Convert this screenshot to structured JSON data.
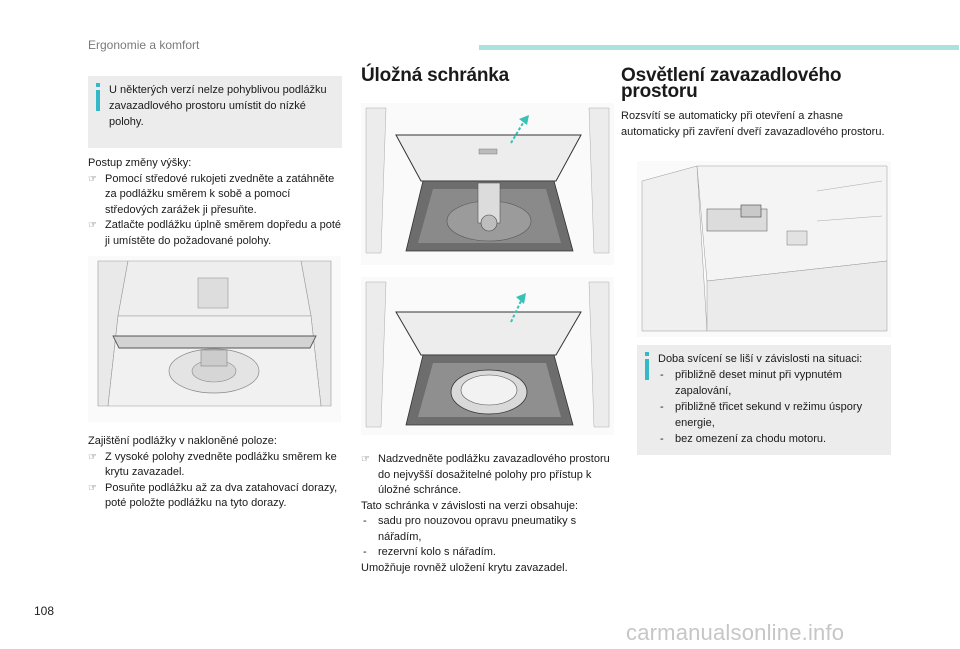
{
  "header": {
    "section": "Ergonomie a komfort",
    "accent_color": "#a8e3dd"
  },
  "page_number": "108",
  "watermark": "carmanualsonline.info",
  "col1": {
    "info_note": "U některých verzí nelze pohyblivou podlážku zavazadlového prostoru umístit do nízké polohy.",
    "height_change_title": "Postup změny výšky:",
    "height_change_steps": [
      "Pomocí středové rukojeti zvedněte a zatáhněte za podlážku směrem k sobě a pomocí středových zarážek ji přesuňte.",
      "Zatlačte podlážku úplně směrem dopředu a poté ji umístěte do požadované polohy."
    ],
    "tilt_title": "Zajištění podlážky v nakloněné poloze:",
    "tilt_steps": [
      "Z vysoké polohy zvedněte podlážku směrem ke krytu zavazadel.",
      "Posuňte podlážku až za dva zatahovací dorazy, poté položte podlážku na tyto dorazy."
    ]
  },
  "col2": {
    "title": "Úložná schránka",
    "steps": [
      "Nadzvedněte podlážku zavazadlového prostoru do nejvyšší dosažitelné polohy pro přístup k úložné schránce."
    ],
    "version_intro": "Tato schránka v závislosti na verzi obsahuje:",
    "version_items": [
      "sadu pro nouzovou opravu pneumatiky s nářadím,",
      "rezervní kolo s nářadím."
    ],
    "closing": "Umožňuje rovněž uložení krytu zavazadel."
  },
  "col3": {
    "title": "Osvětlení zavazadlového prostoru",
    "intro": "Rozsvítí se automaticky při otevření a zhasne automaticky při zavření dveří zavazadlového prostoru.",
    "info_title": "Doba svícení se liší v závislosti na situaci:",
    "info_items": [
      "přibližně deset minut při vypnutém zapalování,",
      "přibližně třicet sekund v režimu úspory energie,",
      "bez omezení za chodu motoru."
    ]
  },
  "colors": {
    "info_box_bg": "#ececec",
    "info_icon": "#35b8c8",
    "arrow": "#39c1b5"
  },
  "icons": {
    "info": "info-i-icon",
    "bullet": "pointing-finger-icon"
  }
}
